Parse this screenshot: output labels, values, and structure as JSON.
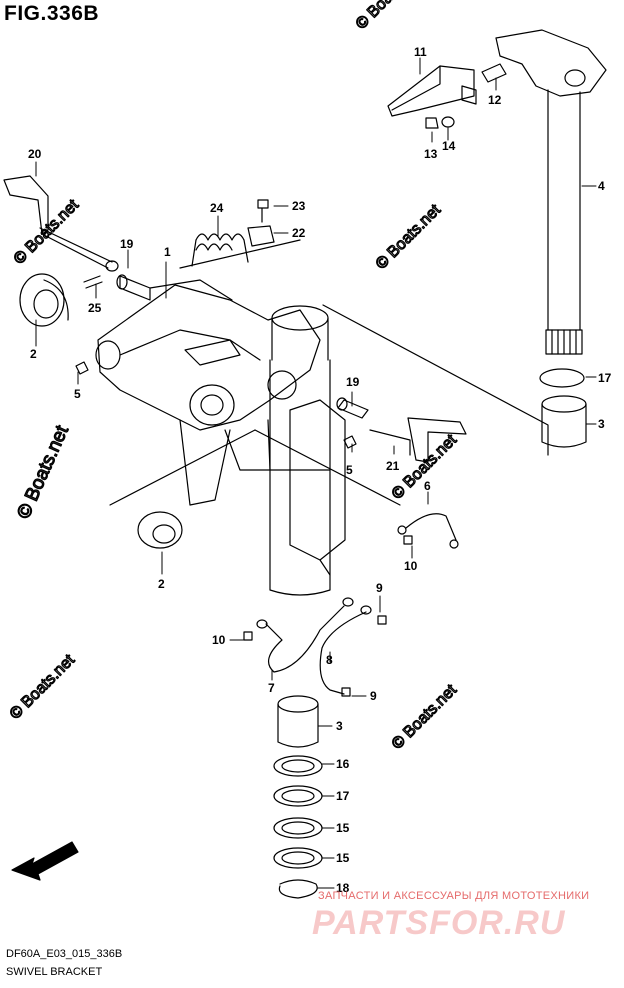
{
  "figure": {
    "title": "FIG.336B",
    "code": "DF60A_E03_015_336B",
    "caption": "SWIVEL BRACKET"
  },
  "watermarks": {
    "site": "© Boats.net",
    "site_short": "© Boats.net",
    "brand_top": "ЗАПЧАСТИ И АКСЕССУАРЫ ДЛЯ МОТОТЕХНИКИ",
    "brand_main": "PARTSFOR.RU"
  },
  "fwd": "FWD",
  "callouts": {
    "n1": "1",
    "n2": "2",
    "n3": "3",
    "n4": "4",
    "n5": "5",
    "n6": "6",
    "n7": "7",
    "n8": "8",
    "n9": "9",
    "n10": "10",
    "n11": "11",
    "n12": "12",
    "n13": "13",
    "n14": "14",
    "n15": "15",
    "n16": "16",
    "n17": "17",
    "n18": "18",
    "n19": "19",
    "n20": "20",
    "n21": "21",
    "n22": "22",
    "n23": "23",
    "n24": "24",
    "n25": "25"
  },
  "colors": {
    "line": "#000000",
    "watermark": "#d0d0d0",
    "brand": "#e56b6b"
  }
}
